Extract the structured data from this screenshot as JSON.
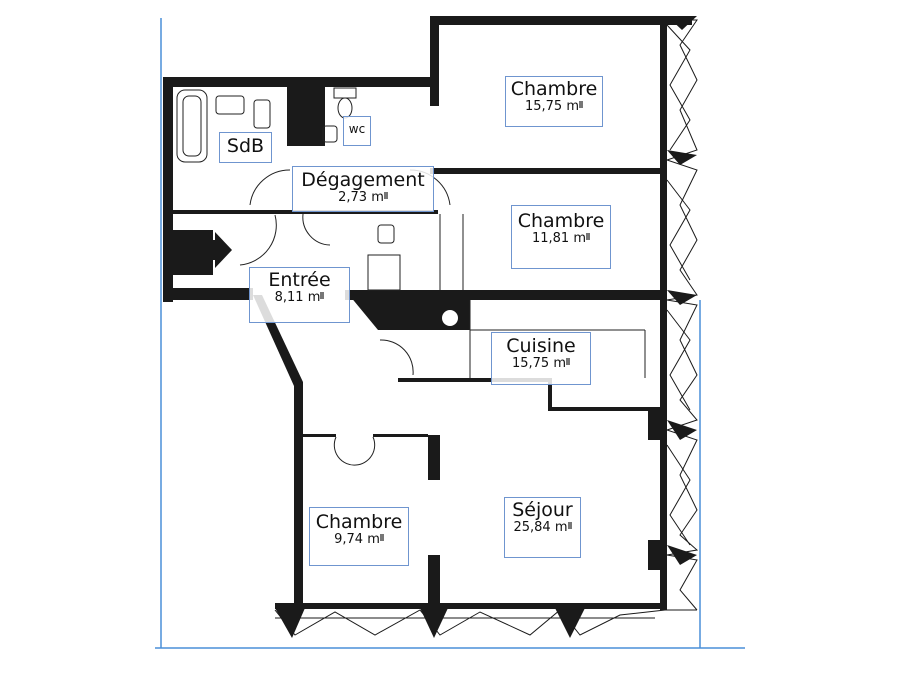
{
  "rooms": [
    {
      "name": "Chambre",
      "area": "15,75 m"
    },
    {
      "name": "SdB"
    },
    {
      "name": "WC"
    },
    {
      "name": "Dégagement",
      "area": "2,73 m"
    },
    {
      "name": "Chambre",
      "area": "11,81 m"
    },
    {
      "name": "Entrée",
      "area": "8,11 m"
    },
    {
      "name": "Cuisine",
      "area": "15,75 m"
    },
    {
      "name": "Séjour",
      "area": "25,84 m"
    },
    {
      "name": "Chambre",
      "area": "9,74 m"
    }
  ],
  "colors": {
    "wall": "#1a1a1a",
    "label_border": "#6f95cf",
    "frame_line": "#4a8fd8"
  }
}
